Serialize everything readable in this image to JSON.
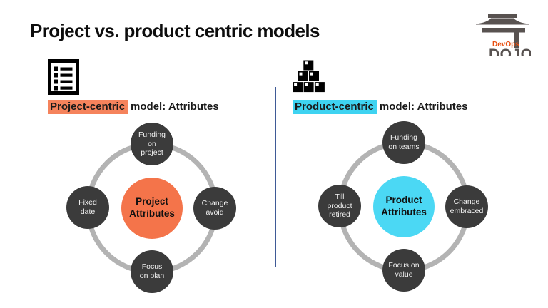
{
  "title": "Project vs. product centric models",
  "logo": {
    "devops": "DevOps",
    "dojo": "DOJO"
  },
  "colors": {
    "highlight_orange": "#F5835C",
    "highlight_cyan": "#3ED3F1",
    "center_orange": "#F4744A",
    "center_cyan": "#4BD8F4",
    "node_dark": "#3B3B3B",
    "ring_gray": "#B3B3B3",
    "divider_blue": "#3F5A96",
    "logo_gray": "#585250",
    "logo_orange": "#E84E0F"
  },
  "left_panel": {
    "icon": "checklist-icon",
    "highlight": "Project-centric",
    "label_rest": "model: Attributes",
    "center_label": "Project\nAttributes",
    "nodes": [
      {
        "position": "top",
        "label": "Funding\non\nproject"
      },
      {
        "position": "left",
        "label": "Fixed\ndate"
      },
      {
        "position": "right",
        "label": "Change\navoid"
      },
      {
        "position": "bottom",
        "label": "Focus\non plan"
      }
    ]
  },
  "right_panel": {
    "icon": "blocks-icon",
    "highlight": "Product-centric",
    "label_rest": "model: Attributes",
    "center_label": "Product\nAttributes",
    "nodes": [
      {
        "position": "top",
        "label": "Funding\non teams"
      },
      {
        "position": "left",
        "label": "Till\nproduct\nretired"
      },
      {
        "position": "right",
        "label": "Change\nembraced"
      },
      {
        "position": "bottom",
        "label": "Focus on\nvalue"
      }
    ]
  }
}
